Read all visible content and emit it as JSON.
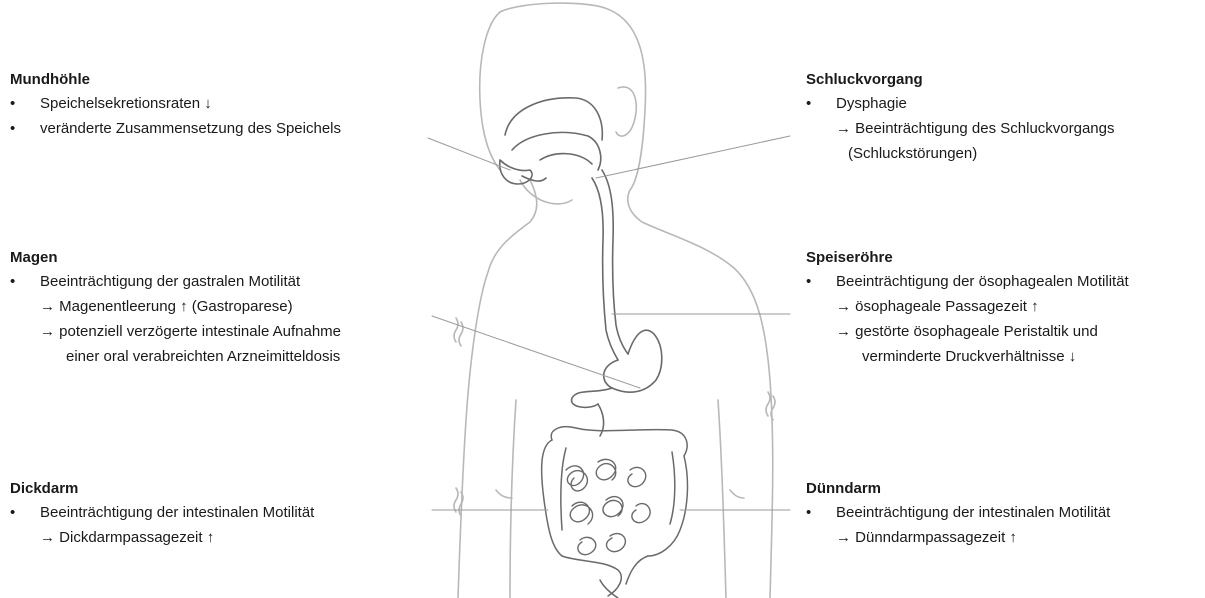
{
  "sections": {
    "mundhoehle": {
      "title": "Mundhöhle",
      "items": [
        "Speichelsekretionsraten ↓",
        "veränderte Zusammensetzung des Speichels"
      ]
    },
    "magen": {
      "title": "Magen",
      "item": "Beeinträchtigung der gastralen Motilität",
      "sub1": "→ Magenentleerung ↑ (Gastroparese)",
      "sub2": "→ potenziell verzögerte intestinale Aufnahme",
      "sub2_cont": "einer oral verabreichten Arzneimitteldosis"
    },
    "dickdarm": {
      "title": "Dickdarm",
      "item": "Beeinträchtigung der intestinalen Motilität",
      "sub1": "→ Dickdarmpassagezeit ↑"
    },
    "schluckvorgang": {
      "title": "Schluckvorgang",
      "item": "Dysphagie",
      "sub1": "→ Beeinträchtigung des Schluckvorgangs",
      "sub1_cont": "(Schluckstörungen)"
    },
    "speiseroehre": {
      "title": "Speiseröhre",
      "item": "Beeinträchtigung der ösophagealen Motilität",
      "sub1": "→ ösophageale Passagezeit ↑",
      "sub2": "→ gestörte ösophageale Peristaltik und",
      "sub2_cont": "verminderte Druckverhältnisse ↓"
    },
    "duenndarm": {
      "title": "Dünndarm",
      "item": "Beeinträchtigung der intestinalen Motilität",
      "sub1": "→ Dünndarmpassagezeit ↑"
    }
  },
  "bullet": "•",
  "colors": {
    "text": "#1a1a1a",
    "outline": "#b8b8b8",
    "organ": "#6a6a6a",
    "leader": "#9a9a9a"
  }
}
